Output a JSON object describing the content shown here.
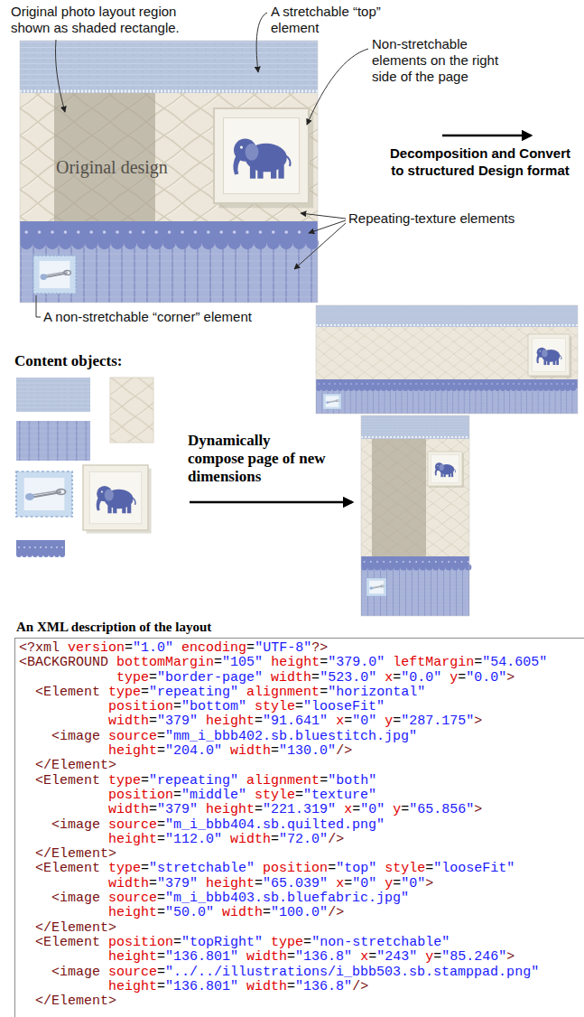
{
  "diagram": {
    "nodes": [
      {
        "text": [
          "Original design"
        ]
      },
      {
        "text": [
          "An XML description of the layout",
          "<?xml version=\"1.0\" encoding=\"UTF-8\"?>",
          "<BACKGROUND bottomMargin=\"105\" height=\"379.0\" leftMargin=\"54.605\"",
          "type=\"border-page\" width=\"523.0\" x=\"0.0\" y=\"0.0\">",
          "<Element type=\"repeating\" alignment=\"horizontal\"",
          "position=\"bottom\" style=\"looseFit\"",
          "width=\"379\" height=\"91.641\" x=\"0\" y=\"287.175\">",
          "<image source=\"mm_i_bbb402.sb.bluestitch.jpg\"",
          "height=\"204.0\" width=\"130.0\"/>",
          "</Element>",
          "<Element type=\"repeating\" alignment=\"both\"",
          "position=\"middle\" style=\"texture\"",
          "width=\"379\" height=\"221.319\" x=\"0\" y=\"65.856\">",
          "<image source=\"m_i_bbb404.sb.quilted.png\"",
          "height=\"112.0\" width=\"72.0\"/>",
          "</Element>",
          "<Element type=\"stretchable\" position=\"top\" style=\"looseFit\"",
          "width=\"379\" height=\"65.039\" x=\"0\" y=\"0\">",
          "<image source=\"m_i_bbb403.sb.bluefabric.jpg\"",
          "height=\"50.0\" width=\"100.0\"/>",
          "</Element>",
          "<Element position=\"topRight\" type=\"non-stretchable\"",
          "height=\"136.801\" width=\"136.8\" x=\"243\" y=\"85.246\">",
          "<image source=\"../../illustrations/i_bbb503.sb.stamppad.png\"",
          "height=\"136.801\" width=\"136.8\"/>",
          "</Element>"
        ]
      }
    ],
    "labels": [
      "Original photo layout region shown as shaded rectangle.",
      "A stretchable “top” element",
      "Non-stretchable elements on the right side of the page",
      "Decomposition and Convert to structured Design format",
      "Repeating-texture elements",
      "A non-stretchable “corner” element",
      "Content objects:",
      "Dynamically compose page of new dimensions"
    ]
  }
}
